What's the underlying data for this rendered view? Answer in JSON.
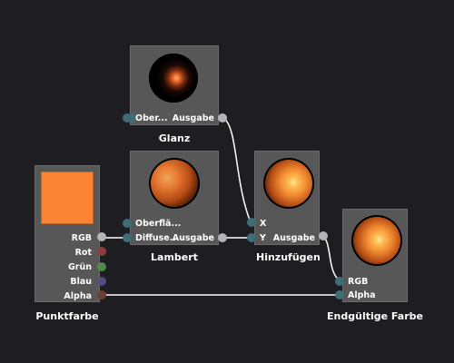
{
  "nodes": {
    "glanz": {
      "title": "Glanz",
      "inputs": [
        "Ober..."
      ],
      "output": "Ausgabe"
    },
    "lambert": {
      "title": "Lambert",
      "inputs": [
        "Oberflä...",
        "Diffuse..."
      ],
      "output": "Ausgabe"
    },
    "hinzufuegen": {
      "title": "Hinzufügen",
      "inputs": [
        "X",
        "Y"
      ],
      "output": "Ausgabe"
    },
    "punktfarbe": {
      "title": "Punktfarbe",
      "outputs": [
        "RGB",
        "Rot",
        "Grün",
        "Blau",
        "Alpha"
      ],
      "swatch_color": "#fb8334"
    },
    "endgueltige_farbe": {
      "title": "Endgültige Farbe",
      "inputs": [
        "RGB",
        "Alpha"
      ]
    }
  },
  "colors": {
    "background": "#1e1e22",
    "node": "#575757",
    "wire": "#ffffff",
    "port_input": "#3d6e78",
    "port_output": "#b4b4b4",
    "port_red": "#8a3e3e",
    "port_green": "#4e8a4a",
    "port_blue": "#4e4e82",
    "port_alpha_out": "#6e3e36"
  }
}
